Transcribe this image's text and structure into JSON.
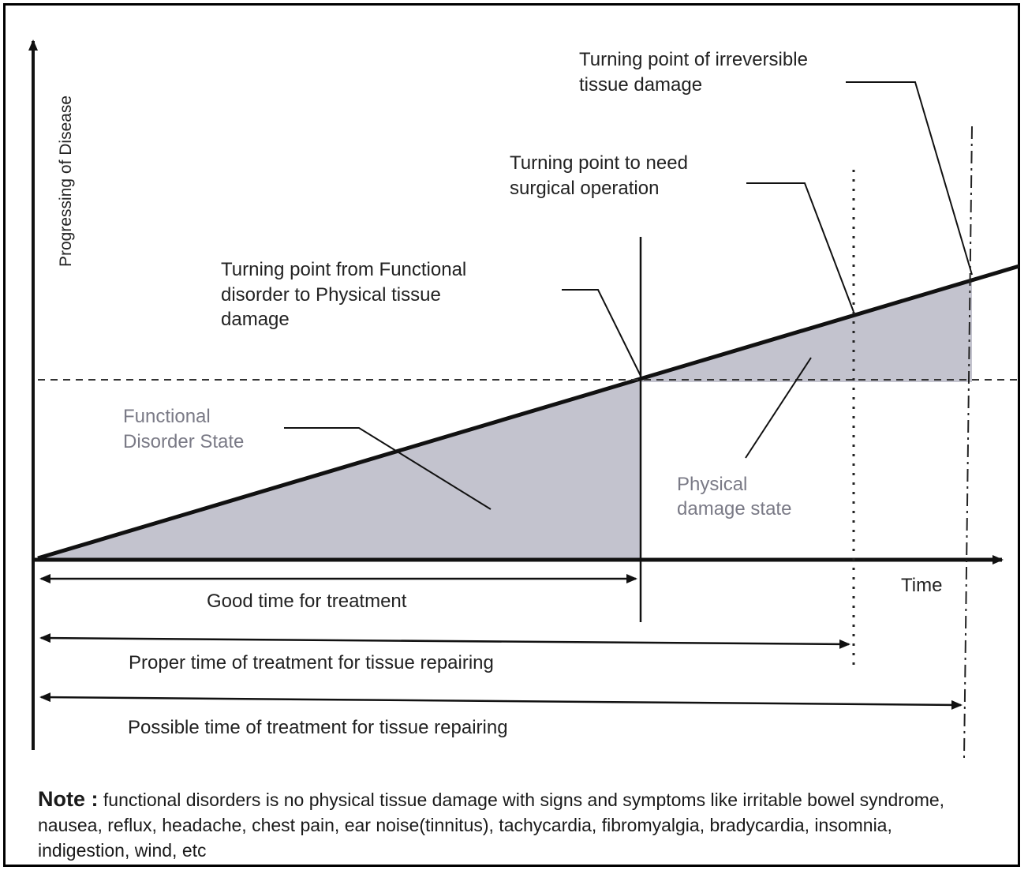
{
  "axes": {
    "y_label": "Progressing of Disease",
    "x_label": "Time"
  },
  "labels": {
    "irreversible": [
      "Turning point of irreversible",
      "tissue damage"
    ],
    "surgical": [
      "Turning point to need",
      "surgical operation"
    ],
    "functional_to_physical": [
      "Turning point  from Functional",
      "disorder to Physical tissue",
      "damage"
    ],
    "functional_state": [
      "Functional",
      "Disorder State"
    ],
    "physical_state": [
      "Physical",
      "damage state"
    ]
  },
  "spans": {
    "good": "Good time for treatment",
    "proper": "Proper time of treatment for tissue repairing",
    "possible": "Possible time of treatment for tissue repairing"
  },
  "note": {
    "head": "Note :",
    "text": "functional disorders is  no physical tissue damage  with signs and symptoms like irritable bowel syndrome, nausea, reflux, headache, chest pain, ear noise(tinnitus), tachycardia, fibromyalgia, bradycardia, insomnia, indigestion, wind, etc"
  },
  "colors": {
    "shade": "#b9b9c6",
    "ink": "#111111"
  }
}
